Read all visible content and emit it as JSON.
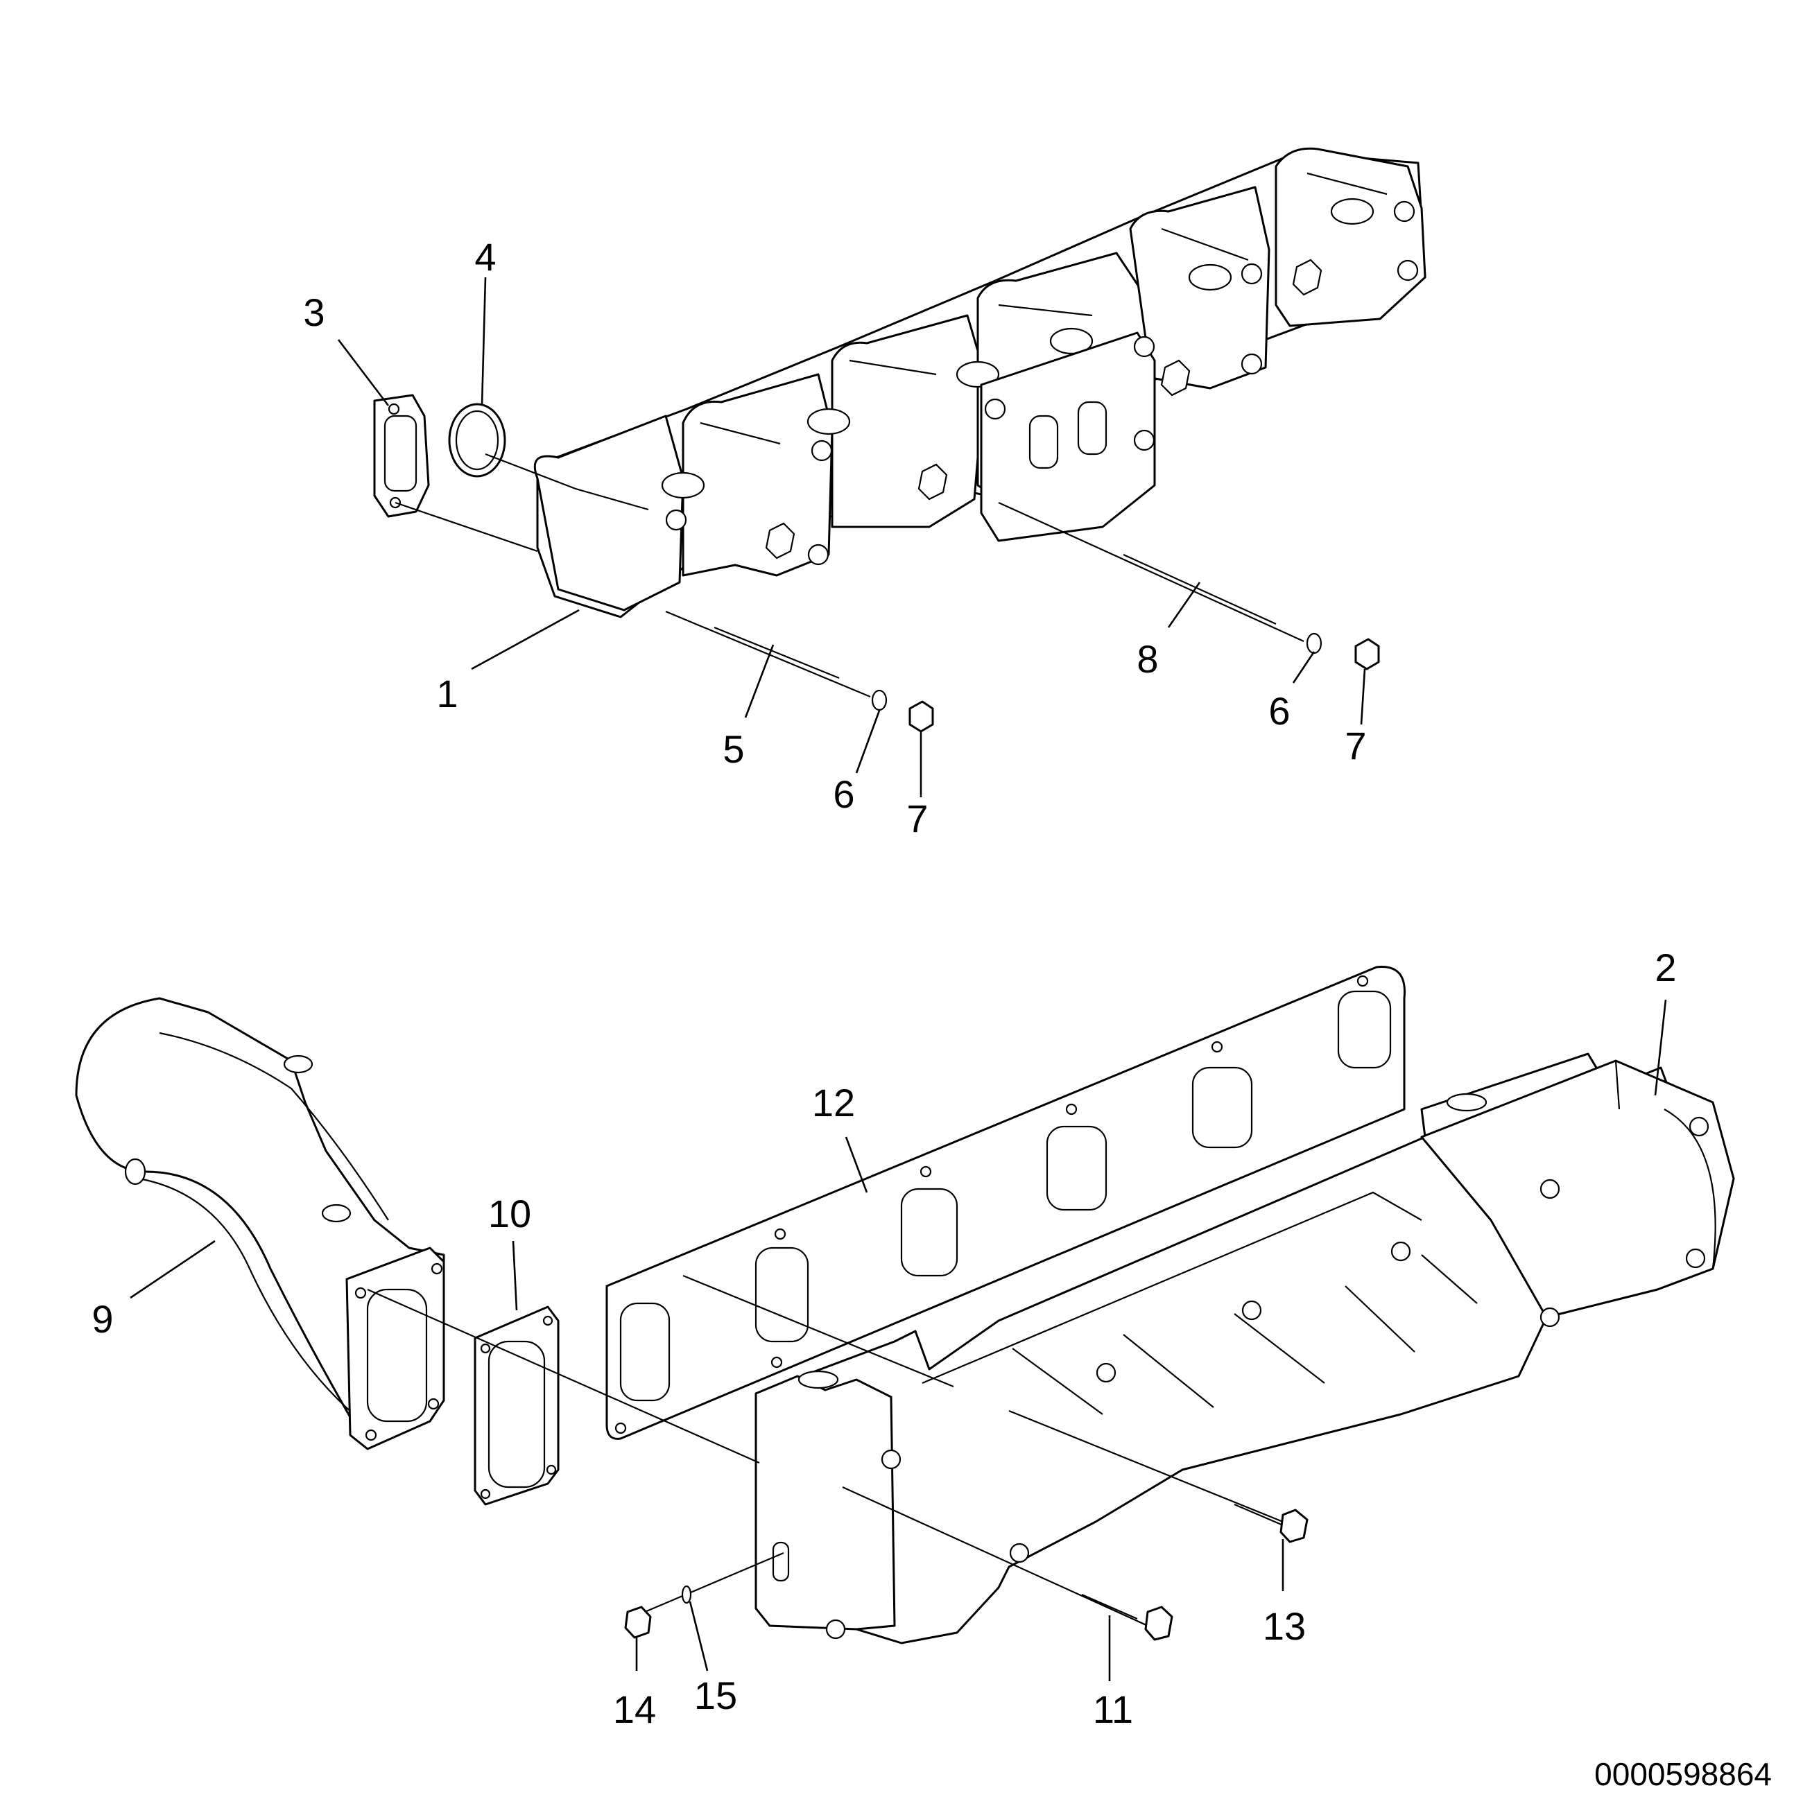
{
  "callouts": [
    {
      "label": "1"
    },
    {
      "label": "2"
    },
    {
      "label": "3"
    },
    {
      "label": "4"
    },
    {
      "label": "5"
    },
    {
      "label": "6"
    },
    {
      "label": "7"
    },
    {
      "label": "8"
    },
    {
      "label": "6"
    },
    {
      "label": "7"
    },
    {
      "label": "9"
    },
    {
      "label": "10"
    },
    {
      "label": "11"
    },
    {
      "label": "12"
    },
    {
      "label": "13"
    },
    {
      "label": "14"
    },
    {
      "label": "15"
    }
  ],
  "document_id": "0000598864",
  "icons": {
    "upper_assembly": "exhaust-manifold-icon",
    "lower_assembly": "intake-manifold-icon",
    "elbow": "elbow-pipe-icon",
    "gaskets": "gasket-icon",
    "fasteners": "bolt-icon"
  },
  "colors": {
    "ink": "#000000",
    "paper": "#ffffff"
  }
}
